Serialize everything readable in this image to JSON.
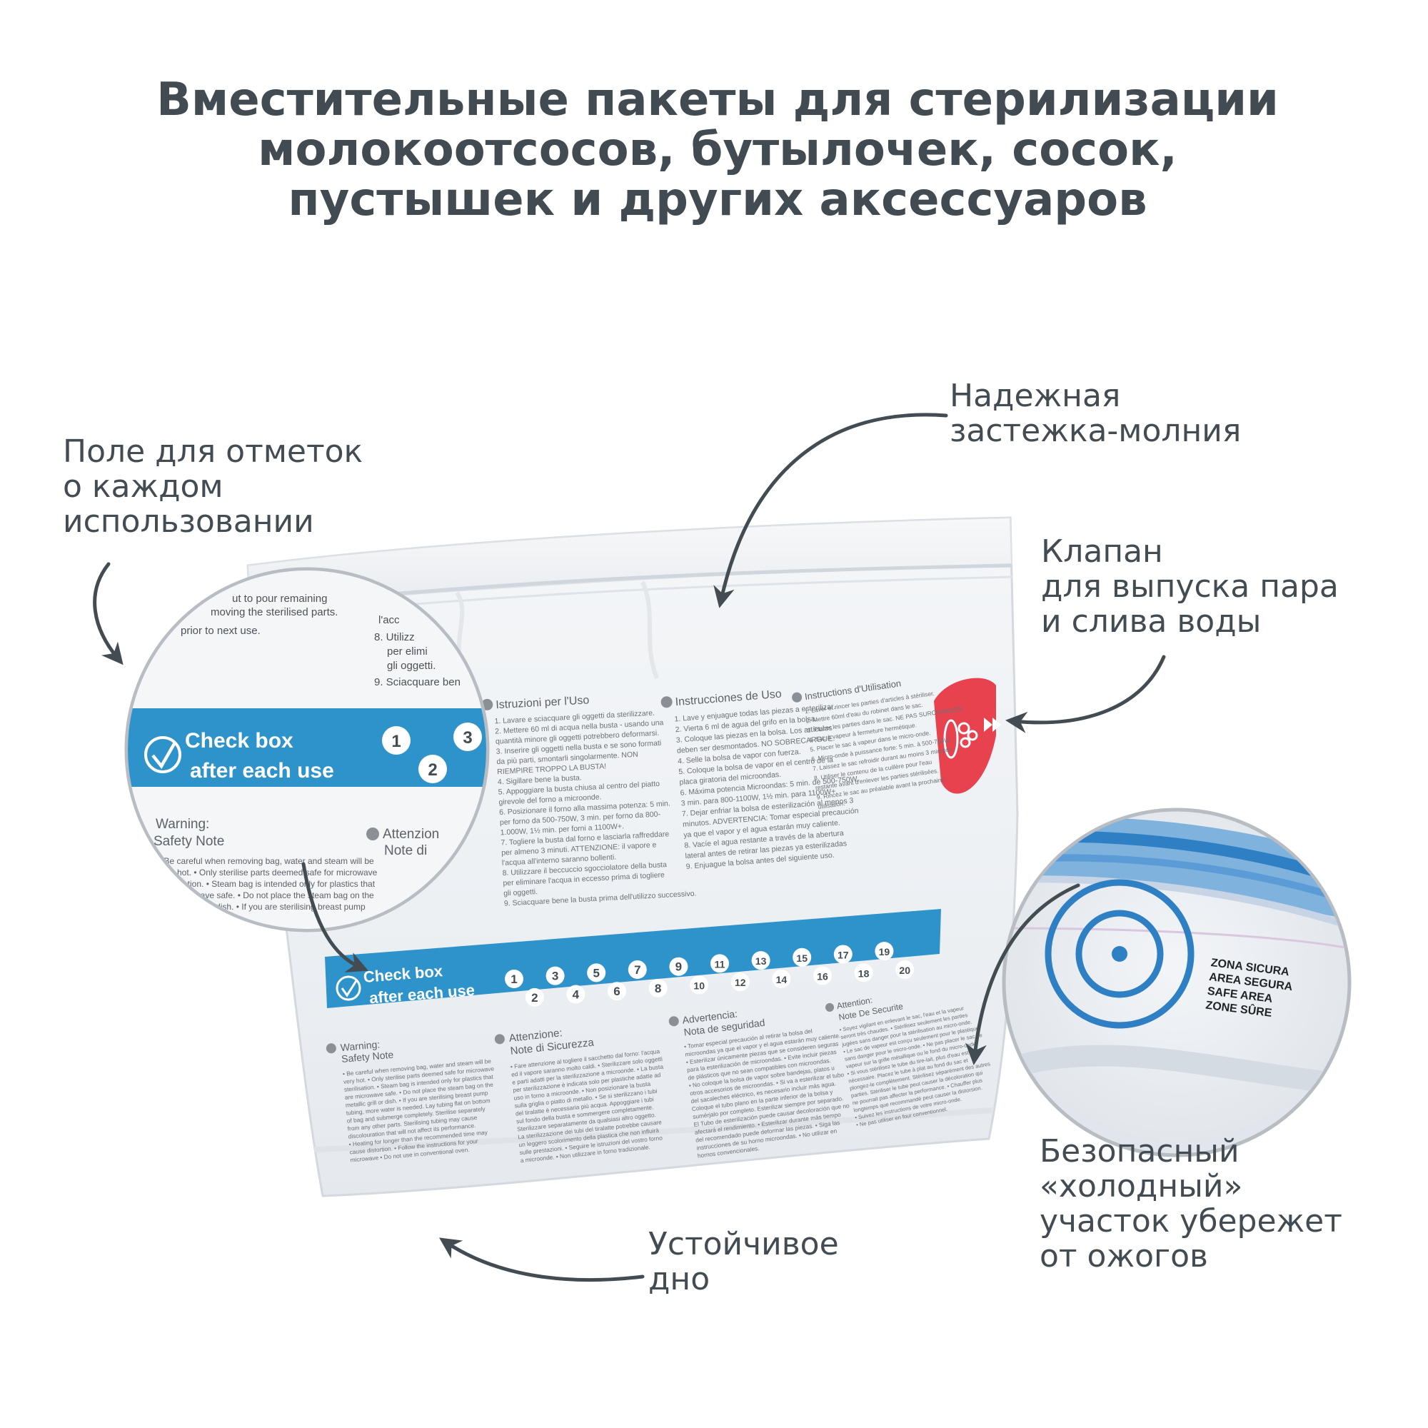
{
  "title": {
    "lines": [
      "Вместительные пакеты для стерилизации",
      "молокоотсосов, бутылочек, сосок,",
      "пустышек и других аксессуаров"
    ]
  },
  "callouts": {
    "checkbox_field": [
      "Поле для отметок",
      "о каждом",
      "использовании"
    ],
    "zipper": [
      "Надежная",
      "застежка-молния"
    ],
    "valve": [
      "Клапан",
      "для выпуска пара",
      "и слива воды"
    ],
    "safe_zone": [
      "Безопасный",
      "«холодный»",
      "участок убережет",
      "от ожогов"
    ],
    "bottom": [
      "Устойчивое",
      "дно"
    ]
  },
  "bag": {
    "checkbox_line1": "Check box",
    "checkbox_line2": "after each use",
    "numbers": [
      "1",
      "2",
      "3",
      "4",
      "5",
      "6",
      "7",
      "8",
      "9",
      "10",
      "11",
      "12",
      "13",
      "14",
      "15",
      "16",
      "17",
      "18",
      "19",
      "20"
    ],
    "headings": {
      "it_instructions": "Istruzioni per l'Uso",
      "es_instructions": "Instrucciones de Uso",
      "fr_instructions": "Instructions d'Utilisation",
      "en_warning": "Warning:",
      "en_safety": "Safety Note",
      "it_warning": "Attenzione:",
      "it_safety": "Note di Sicurezza",
      "es_warning": "Advertencia:",
      "es_safety": "Nota de seguridad",
      "fr_warning": "Attention:",
      "fr_safety": "Note De Securite"
    },
    "it_lines": [
      "1. Lavare e sciacquare gli oggetti da sterilizzare.",
      "2. Mettere 60 ml di acqua nella busta - usando una",
      "quantità minore gli oggetti potrebbero deformarsi.",
      "3. Inserire gli oggetti nella busta e se sono formati",
      "da più parti, smontarli singolarmente. NON",
      "RIEMPIRE TROPPO LA BUSTA!",
      "4. Sigillare bene la busta.",
      "5. Appoggiare la busta chiusa al centro del piatto",
      "girevole del forno a microonde.",
      "6. Posizionare il forno alla massima potenza: 5 min.",
      "per forno da 500-750W, 3 min. per forno da 800-",
      "1.000W, 1½ min. per forni a 1100W+.",
      "7. Togliere la busta dal forno e lasciarla raffreddare",
      "per almeno 3 minuti. ATTENZIONE: il vapore e",
      "l'acqua all'interno saranno bollenti.",
      "8. Utilizzare il beccuccio sgocciolatore della busta",
      "per eliminare l'acqua in eccesso prima di togliere",
      "gli oggetti.",
      "9. Sciacquare bene la busta prima dell'utilizzo successivo."
    ],
    "es_lines": [
      "1. Lave y enjuague todas las piezas a esterilizar.",
      "2. Vierta 6 ml de agua del grifo en la bolsa.",
      "3. Coloque las piezas en la bolsa. Los artículos",
      "deben ser desmontados. NO SOBRECARGUE.",
      "4. Selle la bolsa de vapor con fuerza.",
      "5. Coloque la bolsa de vapor en el centro de la",
      "placa giratoria del microondas.",
      "6. Máxima potencia Microondas: 5 min. de 500-750W,",
      "3 min. para 800-1100W, 1½ min. para 1100W+.",
      "7. Dejar enfriar la bolsa de esterilización al menos 3",
      "minutos. ADVERTENCIA: Tomar especial precaución",
      "ya que el vapor y el agua estarán muy caliente.",
      "8. Vacíe el agua restante a través de la abertura",
      "lateral antes de retirar las piezas ya esterilizadas",
      "9. Enjuague la bolsa antes del siguiente uso."
    ],
    "fr_lines": [
      "1. Laver et rincer les parties d'articles à stériliser.",
      "2. Mettre 60ml d'eau du robinet dans le sac.",
      "3. Placer les parties dans le sac. NE PAS SURCHARGER!",
      "4. Sac à vapeur à fermeture hermétique.",
      "5. Placer le sac à vapeur dans le micro-onde.",
      "6. Micro-onde à puissance forte: 5 min. à 500-750W.",
      "7. Laissez le sac refroidir durant au moins 3 minutes.",
      "8. Utiliser le contenu de la cuillère pour l'eau",
      "restante avant d'enlever les parties stérilisées.",
      "9. Rincez le sac au préalable avant la prochaine",
      "utilisation."
    ],
    "en_warn_lines": [
      "• Be careful when removing bag, water and steam will be",
      "very hot. • Only sterilise parts deemed safe for microwave",
      "sterilisation. • Steam bag is intended only for plastics that",
      "are microwave safe. • Do not place the steam bag on the",
      "metallic grill or dish. • If you are sterilising breast pump",
      "tubing, more water is needed. Lay tubing flat on bottom",
      "of bag and submerge completely. Sterilise separately",
      "from any other parts. Sterilising tubing may cause",
      "discolouration that will not affect its performance.",
      "• Heating for longer than the recommended time may",
      "cause distortion. • Follow the instructions for your",
      "microwave • Do not use in conventional oven."
    ],
    "it_warn_lines": [
      "• Fare attenzione al togliere il sacchetto dal forno: l'acqua",
      "ed il vapore saranno molto caldi. • Sterilizzare solo oggetti",
      "e parti adatti per la sterilizzazione a microonde. • La busta",
      "per sterilizzazione è indicata solo per plastiche adatte ad",
      "uso in forno a microonde. • Non posizionare la busta",
      "sulla griglia o piatto di metallo. • Se si sterilizzano i tubi",
      "del tiralatte è necessaria più acqua. Appoggiare i tubi",
      "sul fondo della busta e sommergere completamente.",
      "Sterilizzare separatamente da qualsiasi altro oggetto.",
      "La sterilizzazione dei tubi del tiralatte potrebbe causare",
      "un leggero scolorimento della plastica che non influirà",
      "sulle prestazioni. • Seguire le istruzioni del vostro forno",
      "a microonde. • Non utilizzare in forno tradizionale."
    ],
    "es_warn_lines": [
      "• Tomar especial precaución al retirar la bolsa del",
      "microondas ya que el vapor y el agua estarán muy caliente.",
      "• Esterilizar únicamente piezas que se consideren seguras",
      "para la esterilización de microondas. • Evite incluir piezas",
      "de plásticos que no sean compatibles con microondas.",
      "• No coloque la bolsa de vapor sobre bandejas, platos u",
      "otros accesorios de microondas. • Si va a esterilizar el tubo",
      "del sacaleches eléctrico, es necesario incluir más agua.",
      "Coloque el tubo plano en la parte inferior de la bolsa y",
      "sumérjalo por completo. Esterilizar siempre por separado.",
      "El Tubo de esterilización puede causar decoloración que no",
      "afectará el rendimiento. • Esterilizar durante más tiempo",
      "del recomendado puede deformar las piezas. • Siga las",
      "instrucciones de su horno microondas. • No utilizar en",
      "hornos convencionales."
    ],
    "fr_warn_lines": [
      "• Soyez vigilant en enlevant le sac, l'eau et la vapeur",
      "seront très chaudes. • Stérilisez seulement les parties",
      "jugées sans danger pour la stérilisation au micro-onde.",
      "• Le sac de vapeur est conçu seulement pour le plastique",
      "sans danger pour le micro-onde. • Ne pas placer le sac de",
      "vapeur sur la grille métallique ou le fond du micro-onde.",
      "• Si vous stérilisez le tube du tire-lait, plus d'eau est",
      "nécessaire. Placez le tube à plat au fond du sac et",
      "plongez-le complètement. Stérilisez séparément des autres",
      "parties. Stériliser le tube peut causer la décoloration qui",
      "ne pourrait pas affecter la performance. • Chauffer plus",
      "longtemps que recommandé peut causer la distorsion.",
      "• Suivez les instructions de votre micro-onde.",
      "• Ne pas utiliser en four conventionnel."
    ],
    "left_zoom_top_lines": [
      "ut to pour remaining",
      "moving the sterilised parts.",
      "l'acc",
      "prior to next use.",
      "8. Utilizz",
      "per elimi",
      "gli oggetti.",
      "9. Sciacquare ben"
    ],
    "left_zoom_it_heading": "Attenzion",
    "left_zoom_it_sub": "Note di",
    "safe_labels": [
      "ZONA SICURA",
      "AREA SEGURA",
      "SAFE AREA",
      "ZONE SÛRE"
    ]
  },
  "colors": {
    "title": "#414b51",
    "text": "#434c52",
    "band": "#2e93cb",
    "valve": "#e8424f",
    "arrow": "#434c52"
  },
  "icons": [
    "check-icon",
    "steam-valve-icon",
    "target-icon",
    "arrow-icon"
  ]
}
